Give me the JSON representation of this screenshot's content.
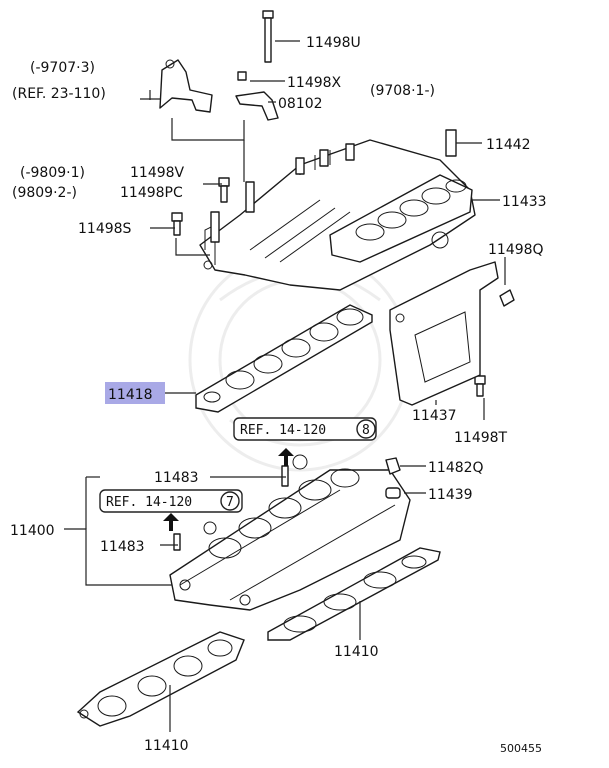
{
  "labels": {
    "p11498U": "11498U",
    "p11498X": "11498X",
    "p08102": "08102",
    "p11442": "11442",
    "p11433": "11433",
    "p11498Q": "11498Q",
    "p11498V": "11498V",
    "p11498PC": "11498PC",
    "p11498S": "11498S",
    "p11418": "11418",
    "p11437": "11437",
    "p11498T": "11498T",
    "p11483a": "11483",
    "p11483b": "11483",
    "p11482Q": "11482Q",
    "p11439": "11439",
    "p11400": "11400",
    "p11410a": "11410",
    "p11410b": "11410"
  },
  "notes": {
    "n9707": "(-9707·3)",
    "ref23": "(REF. 23-110)",
    "n9708": "(9708·1-)",
    "n9809a": "(-9809·1)",
    "n9809b": "(9809·2-)"
  },
  "refs": {
    "ref8_text": "REF. 14-120",
    "ref8_num": "8",
    "ref7_text": "REF. 14-120",
    "ref7_num": "7"
  },
  "footer": {
    "code": "500455"
  },
  "colors": {
    "highlight": "#a9a9e6"
  }
}
